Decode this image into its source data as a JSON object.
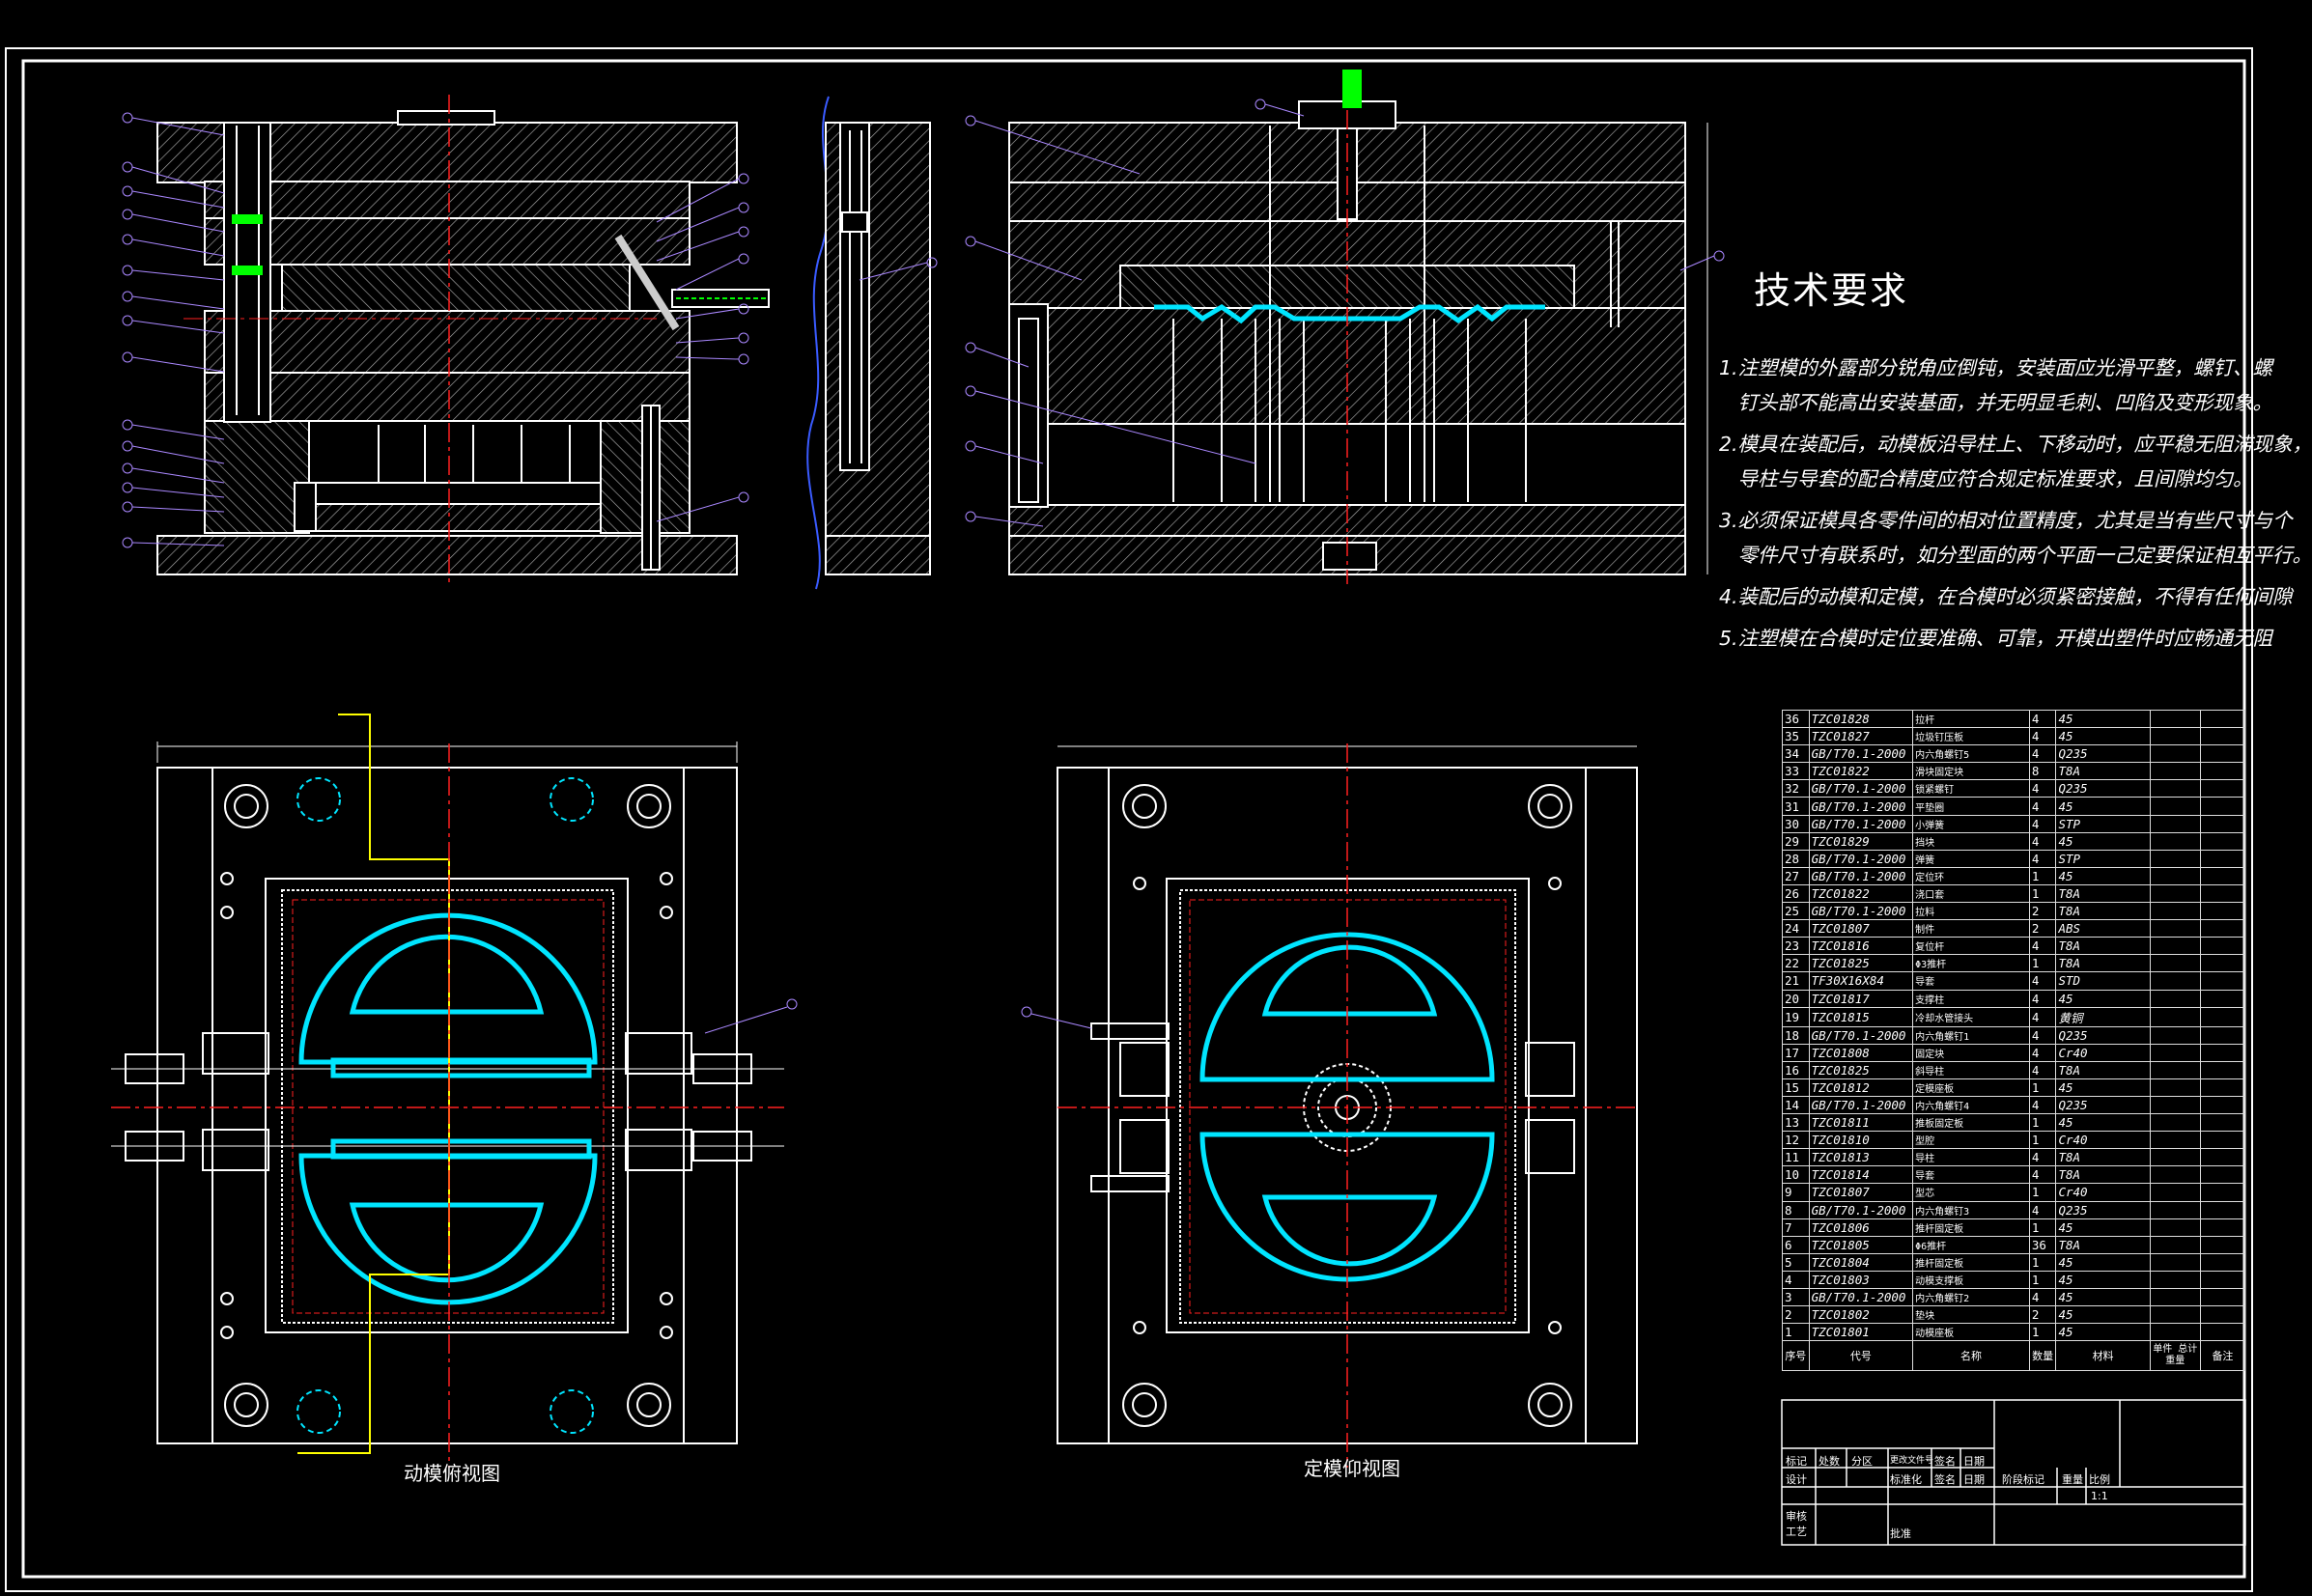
{
  "technical_requirements": {
    "title": "技术要求",
    "items": [
      "1.注塑模的外露部分锐角应倒钝，安装面应光滑平整，螺钉、螺\n   钉头部不能高出安装基面，并无明显毛刺、凹陷及变形现象。",
      "2.模具在装配后，动模板沿导柱上、下移动时，应平稳无阻滞现象，\n   导柱与导套的配合精度应符合规定标准要求，且间隙均匀。",
      "3.必须保证模具各零件间的相对位置精度，尤其是当有些尺寸与个\n   零件尺寸有联系时，如分型面的两个平面一己定要保证相互平行。",
      "4.装配后的动模和定模，在合模时必须紧密接触，不得有任何间隙",
      "5.注塑模在合模时定位要准确、可靠，开模出塑件时应畅通无阻"
    ]
  },
  "views": {
    "moving_half_top_view": "动模俯视图",
    "fixed_half_bottom_view": "定模仰视图"
  },
  "bom": {
    "header": {
      "no": "序号",
      "code": "代号",
      "name": "名称",
      "qty": "数量",
      "material": "材料",
      "unit_weight": "单件",
      "total_weight": "总计",
      "weight": "重量",
      "remark": "备注"
    },
    "rows": [
      {
        "no": "36",
        "code": "TZC01828",
        "name": "拉杆",
        "qty": "4",
        "material": "45"
      },
      {
        "no": "35",
        "code": "TZC01827",
        "name": "垃圾钉压板",
        "qty": "4",
        "material": "45"
      },
      {
        "no": "34",
        "code": "GB/T70.1-2000",
        "name": "内六角螺钉5",
        "qty": "4",
        "material": "Q235"
      },
      {
        "no": "33",
        "code": "TZC01822",
        "name": "滑块固定块",
        "qty": "8",
        "material": "T8A"
      },
      {
        "no": "32",
        "code": "GB/T70.1-2000",
        "name": "锁紧螺钉",
        "qty": "4",
        "material": "Q235"
      },
      {
        "no": "31",
        "code": "GB/T70.1-2000",
        "name": "平垫圈",
        "qty": "4",
        "material": "45"
      },
      {
        "no": "30",
        "code": "GB/T70.1-2000",
        "name": "小弹簧",
        "qty": "4",
        "material": "STP"
      },
      {
        "no": "29",
        "code": "TZC01829",
        "name": "挡块",
        "qty": "4",
        "material": "45"
      },
      {
        "no": "28",
        "code": "GB/T70.1-2000",
        "name": "弹簧",
        "qty": "4",
        "material": "STP"
      },
      {
        "no": "27",
        "code": "GB/T70.1-2000",
        "name": "定位环",
        "qty": "1",
        "material": "45"
      },
      {
        "no": "26",
        "code": "TZC01822",
        "name": "浇口套",
        "qty": "1",
        "material": "T8A"
      },
      {
        "no": "25",
        "code": "GB/T70.1-2000",
        "name": "拉料",
        "qty": "2",
        "material": "T8A"
      },
      {
        "no": "24",
        "code": "TZC01807",
        "name": "制件",
        "qty": "2",
        "material": "ABS"
      },
      {
        "no": "23",
        "code": "TZC01816",
        "name": "复位杆",
        "qty": "4",
        "material": "T8A"
      },
      {
        "no": "22",
        "code": "TZC01825",
        "name": "Φ3推杆",
        "qty": "1",
        "material": "T8A"
      },
      {
        "no": "21",
        "code": "TF30X16X84",
        "name": "导套",
        "qty": "4",
        "material": "STD"
      },
      {
        "no": "20",
        "code": "TZC01817",
        "name": "支撑柱",
        "qty": "4",
        "material": "45"
      },
      {
        "no": "19",
        "code": "TZC01815",
        "name": "冷却水管接头",
        "qty": "4",
        "material": "黄铜"
      },
      {
        "no": "18",
        "code": "GB/T70.1-2000",
        "name": "内六角螺钉1",
        "qty": "4",
        "material": "Q235"
      },
      {
        "no": "17",
        "code": "TZC01808",
        "name": "固定块",
        "qty": "4",
        "material": "Cr40"
      },
      {
        "no": "16",
        "code": "TZC01825",
        "name": "斜导柱",
        "qty": "4",
        "material": "T8A"
      },
      {
        "no": "15",
        "code": "TZC01812",
        "name": "定模座板",
        "qty": "1",
        "material": "45"
      },
      {
        "no": "14",
        "code": "GB/T70.1-2000",
        "name": "内六角螺钉4",
        "qty": "4",
        "material": "Q235"
      },
      {
        "no": "13",
        "code": "TZC01811",
        "name": "推板固定板",
        "qty": "1",
        "material": "45"
      },
      {
        "no": "12",
        "code": "TZC01810",
        "name": "型腔",
        "qty": "1",
        "material": "Cr40"
      },
      {
        "no": "11",
        "code": "TZC01813",
        "name": "导柱",
        "qty": "4",
        "material": "T8A"
      },
      {
        "no": "10",
        "code": "TZC01814",
        "name": "导套",
        "qty": "4",
        "material": "T8A"
      },
      {
        "no": "9",
        "code": "TZC01807",
        "name": "型芯",
        "qty": "1",
        "material": "Cr40"
      },
      {
        "no": "8",
        "code": "GB/T70.1-2000",
        "name": "内六角螺钉3",
        "qty": "4",
        "material": "Q235"
      },
      {
        "no": "7",
        "code": "TZC01806",
        "name": "推杆固定板",
        "qty": "1",
        "material": "45"
      },
      {
        "no": "6",
        "code": "TZC01805",
        "name": "Φ6推杆",
        "qty": "36",
        "material": "T8A"
      },
      {
        "no": "5",
        "code": "TZC01804",
        "name": "推杆固定板",
        "qty": "1",
        "material": "45"
      },
      {
        "no": "4",
        "code": "TZC01803",
        "name": "动模支撑板",
        "qty": "1",
        "material": "45"
      },
      {
        "no": "3",
        "code": "GB/T70.1-2000",
        "name": "内六角螺钉2",
        "qty": "4",
        "material": "45"
      },
      {
        "no": "2",
        "code": "TZC01802",
        "name": "垫块",
        "qty": "2",
        "material": "45"
      },
      {
        "no": "1",
        "code": "TZC01801",
        "name": "动模座板",
        "qty": "1",
        "material": "45"
      }
    ]
  },
  "title_block": {
    "mark": "标记",
    "count": "处数",
    "zone": "分区",
    "change_doc": "更改文件号",
    "signature": "签名",
    "date": "日期",
    "designer": "设计",
    "standardization": "标准化",
    "stage_mark": "阶段标记",
    "weight": "重量",
    "scale": "比例",
    "scale_value": "1:1",
    "review": "审核",
    "process": "工艺",
    "approve": "批准"
  },
  "colors": {
    "background": "#000000",
    "line": "#ffffff",
    "section": "#bbbbbb",
    "cavity": "#00e5ff",
    "center_line": "#ff2020",
    "gate": "#ffff00",
    "spring": "#00ff00",
    "leader": "#aa88ff"
  }
}
